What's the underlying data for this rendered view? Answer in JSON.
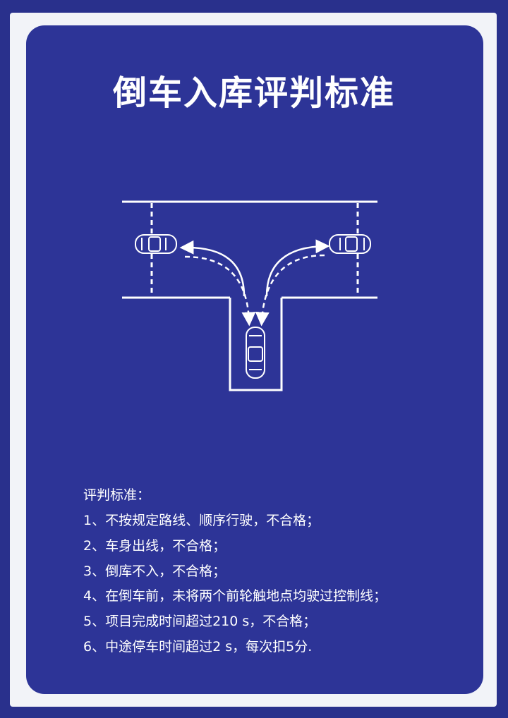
{
  "title": "倒车入库评判标准",
  "criteria": {
    "heading": "评判标准：",
    "items": [
      "1、不按规定路线、顺序行驶，不合格；",
      "2、车身出线，不合格；",
      "3、倒库不入，不合格；",
      "4、在倒车前，未将两个前轮触地点均驶过控制线；",
      "5、项目完成时间超过210 s，不合格；",
      "6、中途停车时间超过2 s，每次扣5分."
    ]
  },
  "colors": {
    "panel": "#2d3497",
    "frame": "#29308c",
    "text": "#ffffff"
  }
}
